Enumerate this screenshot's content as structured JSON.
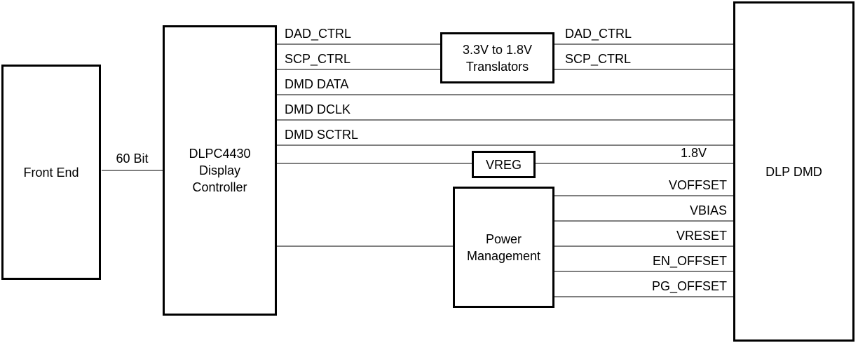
{
  "diagram": {
    "blocks": {
      "front_end": {
        "label": "Front End"
      },
      "controller": {
        "label": "DLPC4430\nDisplay\nController"
      },
      "translators": {
        "label": "3.3V to 1.8V\nTranslators"
      },
      "vreg": {
        "label": "VREG"
      },
      "power_management": {
        "label": "Power\nManagement"
      },
      "dmd": {
        "label": "DLP DMD"
      }
    },
    "bus_label": "60 Bit",
    "controller_signals": [
      "DAD_CTRL",
      "SCP_CTRL",
      "DMD DATA",
      "DMD DCLK",
      "DMD SCTRL"
    ],
    "translator_outputs": [
      "DAD_CTRL",
      "SCP_CTRL"
    ],
    "rail_label": "1.8V",
    "power_signals": [
      "VOFFSET",
      "VBIAS",
      "VRESET",
      "EN_OFFSET",
      "PG_OFFSET"
    ],
    "colors": {
      "line": "#7f7f7f",
      "border": "#000000",
      "background": "#ffffff",
      "text": "#000000"
    }
  }
}
